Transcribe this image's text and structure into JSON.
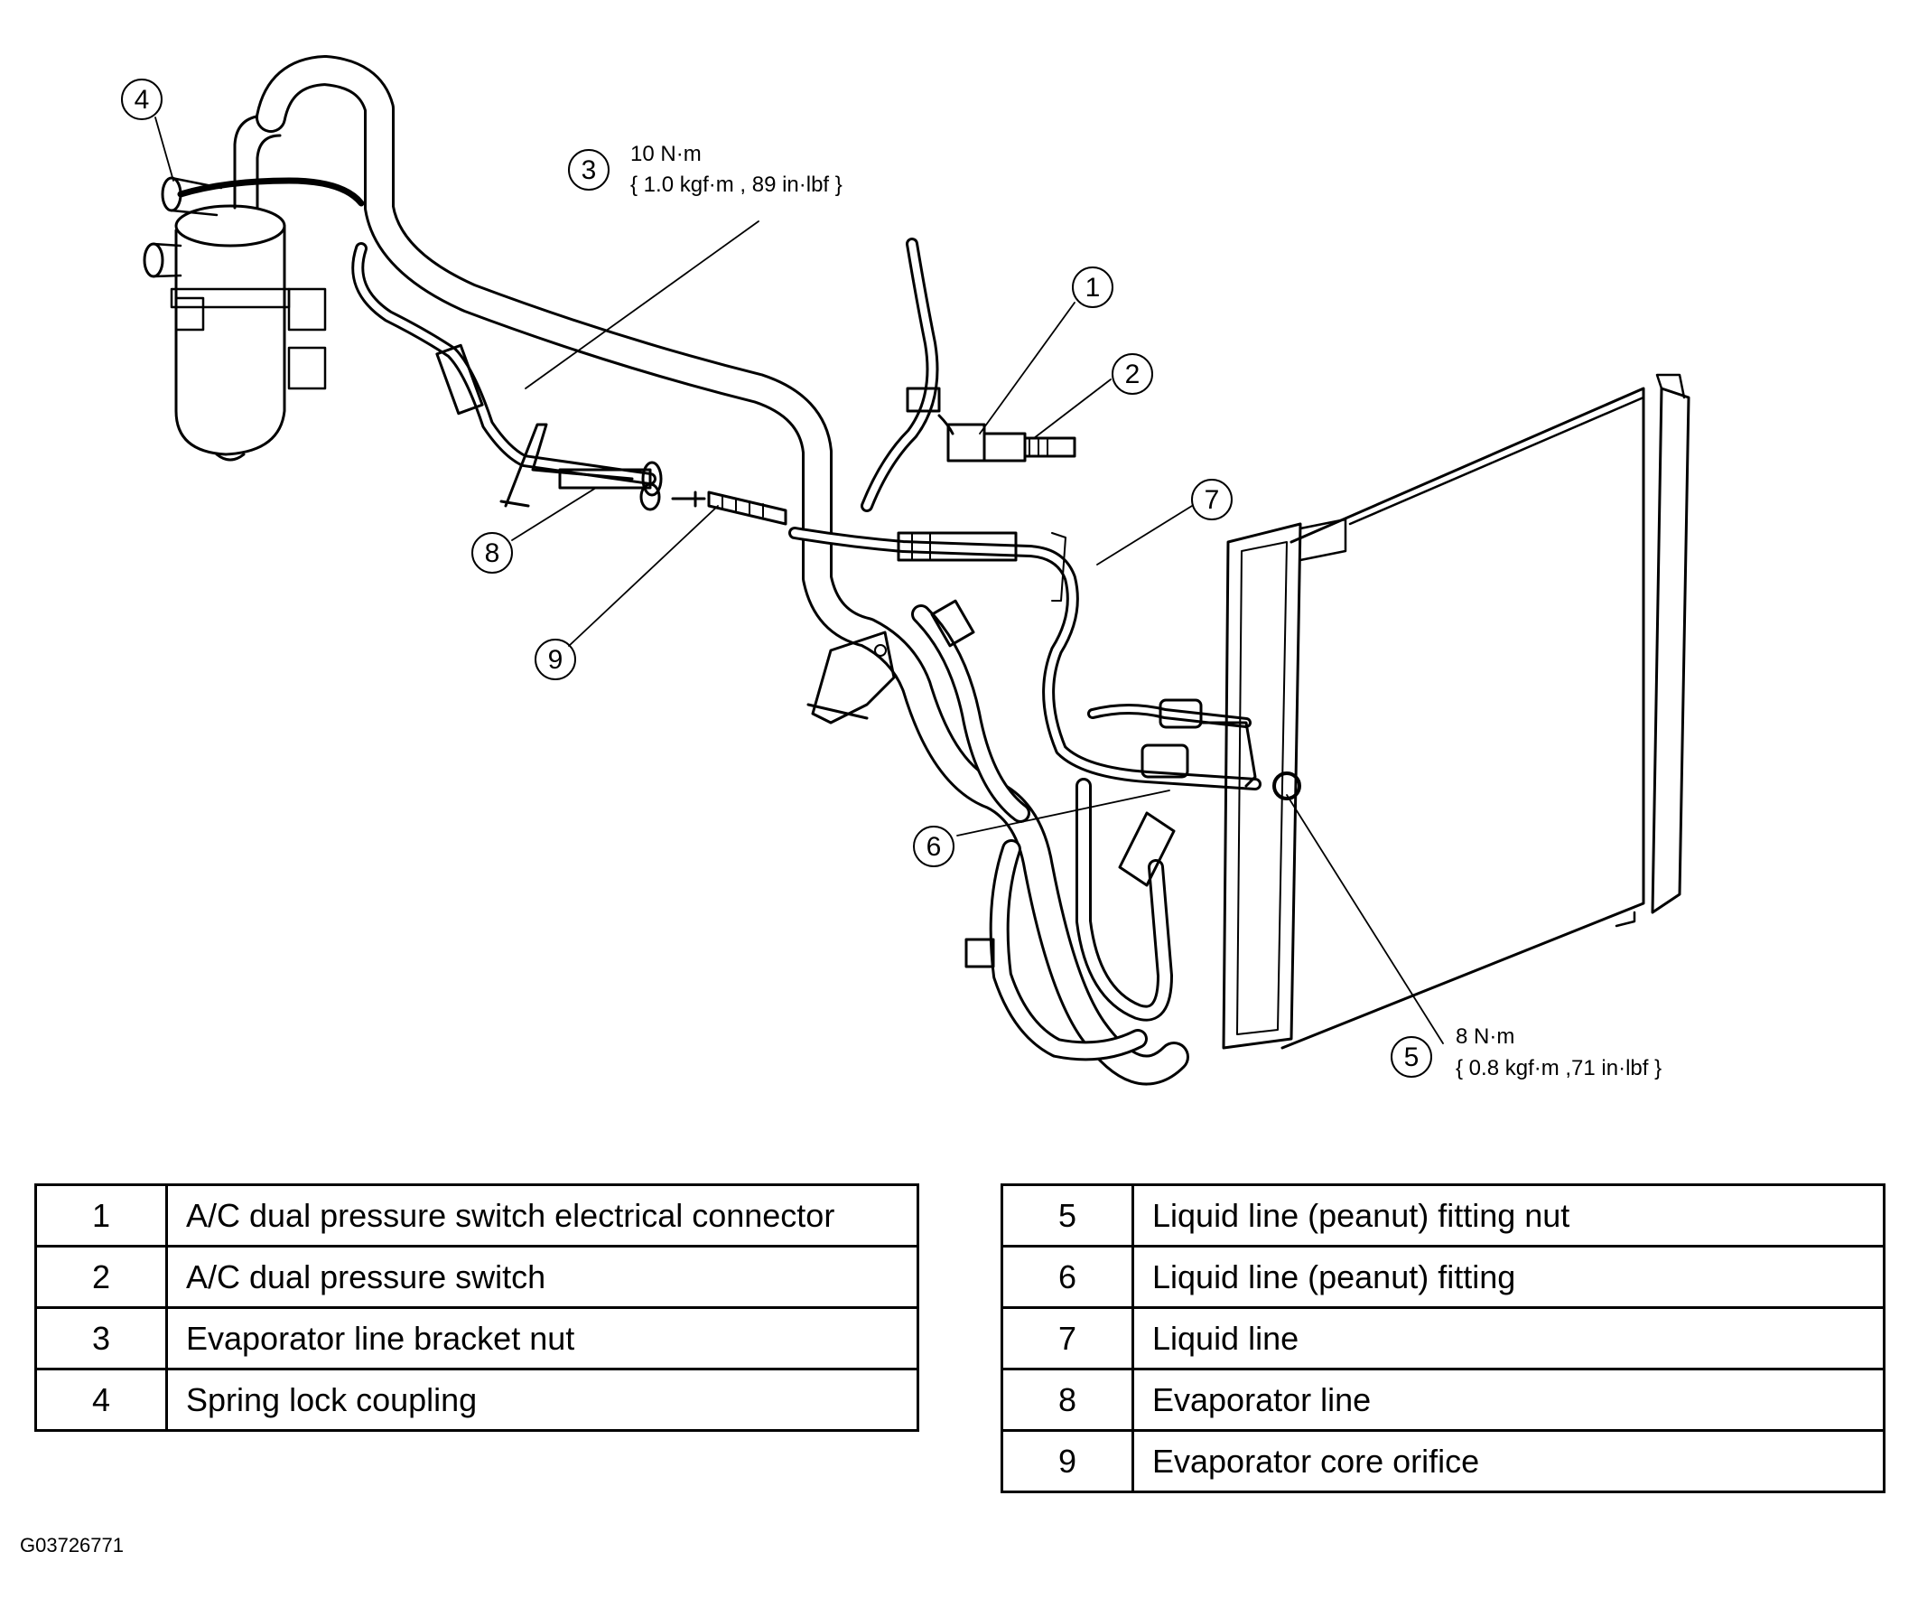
{
  "callouts": {
    "c1": "1",
    "c2": "2",
    "c3": "3",
    "c4": "4",
    "c5": "5",
    "c6": "6",
    "c7": "7",
    "c8": "8",
    "c9": "9"
  },
  "torque_3": {
    "value": "10 N·m",
    "detail": "{ 1.0 kgf·m , 89 in·lbf }"
  },
  "torque_5": {
    "value": "8 N·m",
    "detail": "{ 0.8 kgf·m ,71 in·lbf }"
  },
  "legend_left": [
    {
      "num": "1",
      "desc": "A/C dual pressure switch electrical connector"
    },
    {
      "num": "2",
      "desc": "A/C dual pressure switch"
    },
    {
      "num": "3",
      "desc": "Evaporator line bracket nut"
    },
    {
      "num": "4",
      "desc": "Spring lock coupling"
    }
  ],
  "legend_right": [
    {
      "num": "5",
      "desc": "Liquid line (peanut) fitting nut"
    },
    {
      "num": "6",
      "desc": "Liquid line (peanut) fitting"
    },
    {
      "num": "7",
      "desc": "Liquid line"
    },
    {
      "num": "8",
      "desc": "Evaporator line"
    },
    {
      "num": "9",
      "desc": "Evaporator core orifice"
    }
  ],
  "figure_id": "G03726771"
}
